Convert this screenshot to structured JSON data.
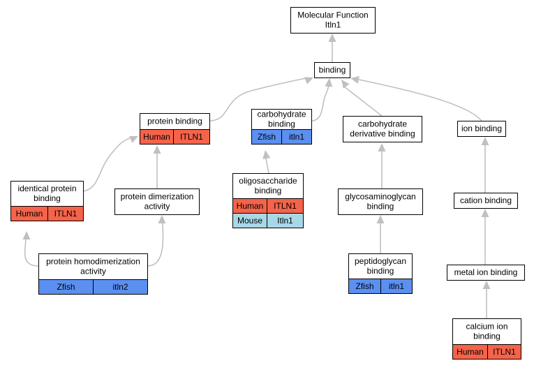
{
  "colors": {
    "Human": "#f4634a",
    "Zfish": "#5b8ff0",
    "Mouse": "#a8d8e8",
    "edge": "#c0c0c0"
  },
  "nodes": [
    {
      "id": "mf",
      "lines": [
        "Molecular Function",
        "Itln1"
      ],
      "orgs": []
    },
    {
      "id": "binding",
      "lines": [
        "binding"
      ],
      "orgs": []
    },
    {
      "id": "protein-binding",
      "lines": [
        "protein binding"
      ],
      "orgs": [
        {
          "org": "Human",
          "gene": "ITLN1"
        }
      ]
    },
    {
      "id": "carbohydrate-binding",
      "lines": [
        "carbohydrate",
        "binding"
      ],
      "orgs": [
        {
          "org": "Zfish",
          "gene": "itln1"
        }
      ]
    },
    {
      "id": "carbohydrate-derivative-binding",
      "lines": [
        "carbohydrate",
        "derivative binding"
      ],
      "orgs": []
    },
    {
      "id": "ion-binding",
      "lines": [
        "ion binding"
      ],
      "orgs": []
    },
    {
      "id": "identical-protein-binding",
      "lines": [
        "identical protein",
        "binding"
      ],
      "orgs": [
        {
          "org": "Human",
          "gene": "ITLN1"
        }
      ]
    },
    {
      "id": "protein-dimerization-activity",
      "lines": [
        "protein dimerization",
        "activity"
      ],
      "orgs": []
    },
    {
      "id": "oligosaccharide-binding",
      "lines": [
        "oligosaccharide",
        "binding"
      ],
      "orgs": [
        {
          "org": "Human",
          "gene": "ITLN1"
        },
        {
          "org": "Mouse",
          "gene": "Itln1"
        }
      ]
    },
    {
      "id": "glycosaminoglycan-binding",
      "lines": [
        "glycosaminoglycan",
        "binding"
      ],
      "orgs": []
    },
    {
      "id": "cation-binding",
      "lines": [
        "cation binding"
      ],
      "orgs": []
    },
    {
      "id": "protein-homodimerization-activity",
      "lines": [
        "protein homodimerization",
        "activity"
      ],
      "orgs": [
        {
          "org": "Zfish",
          "gene": "itln2"
        }
      ]
    },
    {
      "id": "peptidoglycan-binding",
      "lines": [
        "peptidoglycan",
        "binding"
      ],
      "orgs": [
        {
          "org": "Zfish",
          "gene": "itln1"
        }
      ]
    },
    {
      "id": "metal-ion-binding",
      "lines": [
        "metal ion binding"
      ],
      "orgs": []
    },
    {
      "id": "calcium-ion-binding",
      "lines": [
        "calcium ion",
        "binding"
      ],
      "orgs": [
        {
          "org": "Human",
          "gene": "ITLN1"
        }
      ]
    }
  ],
  "edges": [
    {
      "from": "binding",
      "to": "mf"
    },
    {
      "from": "protein-binding",
      "to": "binding"
    },
    {
      "from": "carbohydrate-binding",
      "to": "binding"
    },
    {
      "from": "carbohydrate-derivative-binding",
      "to": "binding"
    },
    {
      "from": "ion-binding",
      "to": "binding"
    },
    {
      "from": "identical-protein-binding",
      "to": "protein-binding"
    },
    {
      "from": "protein-dimerization-activity",
      "to": "protein-binding"
    },
    {
      "from": "oligosaccharide-binding",
      "to": "carbohydrate-binding"
    },
    {
      "from": "glycosaminoglycan-binding",
      "to": "carbohydrate-derivative-binding"
    },
    {
      "from": "cation-binding",
      "to": "ion-binding"
    },
    {
      "from": "protein-homodimerization-activity",
      "to": "identical-protein-binding"
    },
    {
      "from": "protein-homodimerization-activity",
      "to": "protein-dimerization-activity"
    },
    {
      "from": "peptidoglycan-binding",
      "to": "glycosaminoglycan-binding"
    },
    {
      "from": "metal-ion-binding",
      "to": "cation-binding"
    },
    {
      "from": "calcium-ion-binding",
      "to": "metal-ion-binding"
    }
  ]
}
